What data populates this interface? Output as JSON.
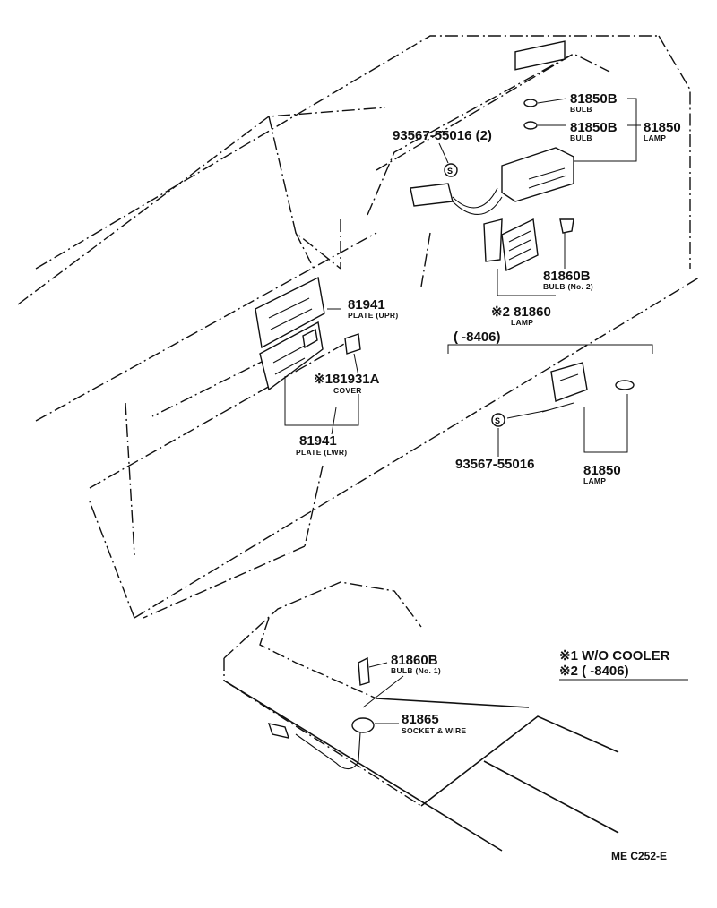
{
  "labels": {
    "p81850b_1": {
      "number": "81850B",
      "desc": "BULB"
    },
    "p81850b_2": {
      "number": "81850B",
      "desc": "BULB"
    },
    "p81850_top": {
      "number": "81850",
      "desc": "LAMP"
    },
    "p93567_top": {
      "number": "93567-55016 (2)"
    },
    "p81860b_no2": {
      "number": "81860B",
      "desc": "BULB (No. 2)"
    },
    "p81860": {
      "number": "※2 81860",
      "desc": "LAMP"
    },
    "range_8406": {
      "text": "(      -8406)"
    },
    "p81941_upr": {
      "number": "81941",
      "desc": "PLATE (UPR)"
    },
    "p181931a": {
      "number": "※181931A",
      "desc": "COVER"
    },
    "p81941_lwr": {
      "number": "81941",
      "desc": "PLATE (LWR)"
    },
    "p93567_low": {
      "number": "93567-55016"
    },
    "p81850_low": {
      "number": "81850",
      "desc": "LAMP"
    },
    "p81860b_no1": {
      "number": "81860B",
      "desc": "BULB (No. 1)"
    },
    "p81865": {
      "number": "81865",
      "desc": "SOCKET & WIRE"
    }
  },
  "legend": {
    "note1": "※1 W/O COOLER",
    "note2": "※2 (      -8406)"
  },
  "diagram_code": "ME C252-E"
}
